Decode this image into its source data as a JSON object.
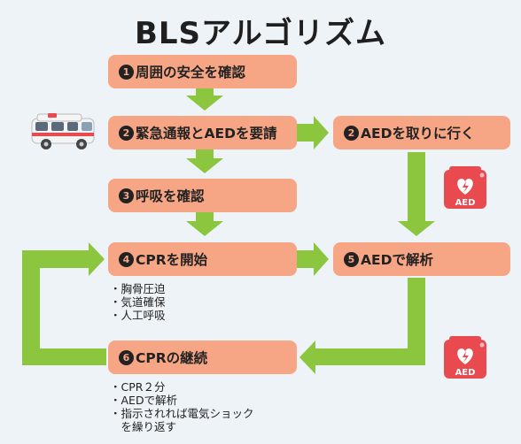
{
  "title": "BLSアルゴリズム",
  "steps": [
    {
      "num": "1",
      "label": "周囲の安全を確認"
    },
    {
      "num": "2",
      "label": "緊急通報とAEDを要請"
    },
    {
      "num": "3",
      "label": "呼吸を確認"
    },
    {
      "num": "4",
      "label": "CPRを開始"
    },
    {
      "num": "6",
      "label": "CPRの継続"
    },
    {
      "num": "2",
      "label": "AEDを取りに行く"
    },
    {
      "num": "5",
      "label": "AEDで解析"
    }
  ],
  "cpr_notes": [
    "・胸骨圧迫",
    "・気道確保",
    "・人工呼吸"
  ],
  "continue_notes": [
    "・CPR２分",
    "・AEDで解析",
    "・指示されれば電気ショック",
    "　を繰り返す"
  ],
  "aed_label": "AED",
  "colors": {
    "box": "#f7a685",
    "arrow": "#8cc63f",
    "aed": "#e84a4f",
    "background": "#eef3f8"
  },
  "icons": [
    "ambulance-icon",
    "aed-device-icon"
  ]
}
